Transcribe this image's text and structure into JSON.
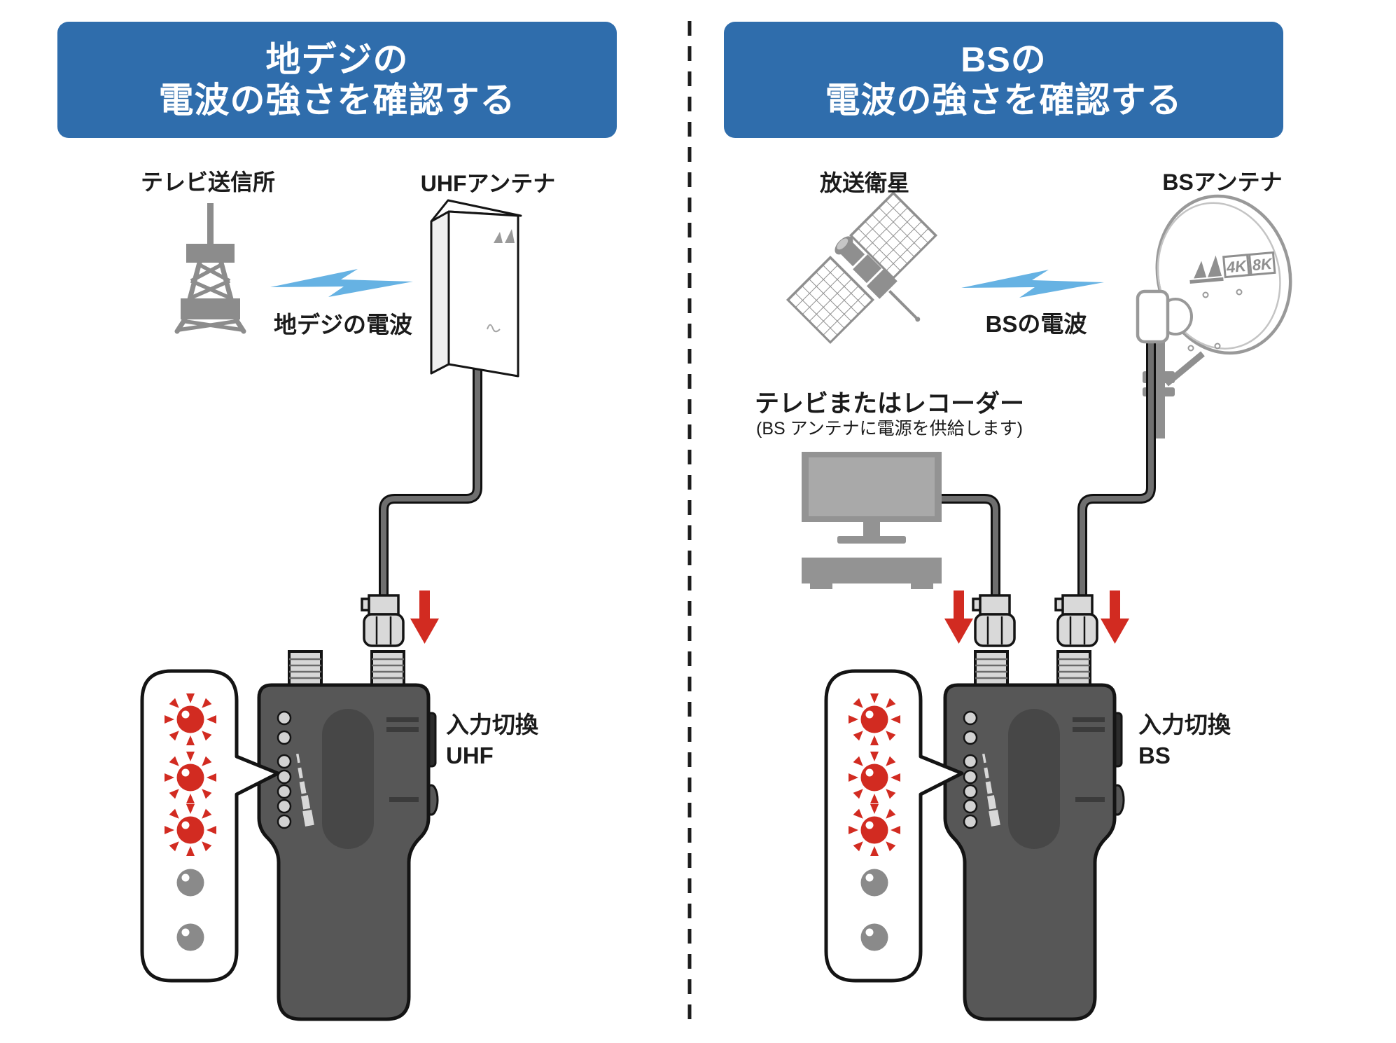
{
  "left_panel": {
    "header_line1": "地デジの",
    "header_line2": "電波の強さを確認する",
    "source_label": "テレビ送信所",
    "antenna_label": "UHFアンテナ",
    "wave_label": "地デジの電波",
    "input_switch_label": "入力切換",
    "input_mode": "UHF"
  },
  "right_panel": {
    "header_line1": "BSの",
    "header_line2": "電波の強さを確認する",
    "source_label": "放送衛星",
    "antenna_label": "BSアンテナ",
    "wave_label": "BSの電波",
    "tv_label": "テレビまたはレコーダー",
    "tv_note": "(BS アンテナに電源を供給します)",
    "input_switch_label": "入力切換",
    "input_mode": "BS",
    "dish_logo_4k": "4K",
    "dish_logo_8k": "8K"
  },
  "indicator_bubble": {
    "lit_leds": 3,
    "unlit_leds": 2
  },
  "colors": {
    "header_bg": "#2f6dac",
    "bolt_blue": "#66b2e3",
    "icon_gray": "#8f8f8f",
    "device_body": "#575757",
    "alert_red": "#d22b21",
    "cable_gray": "#6f6f6f"
  }
}
